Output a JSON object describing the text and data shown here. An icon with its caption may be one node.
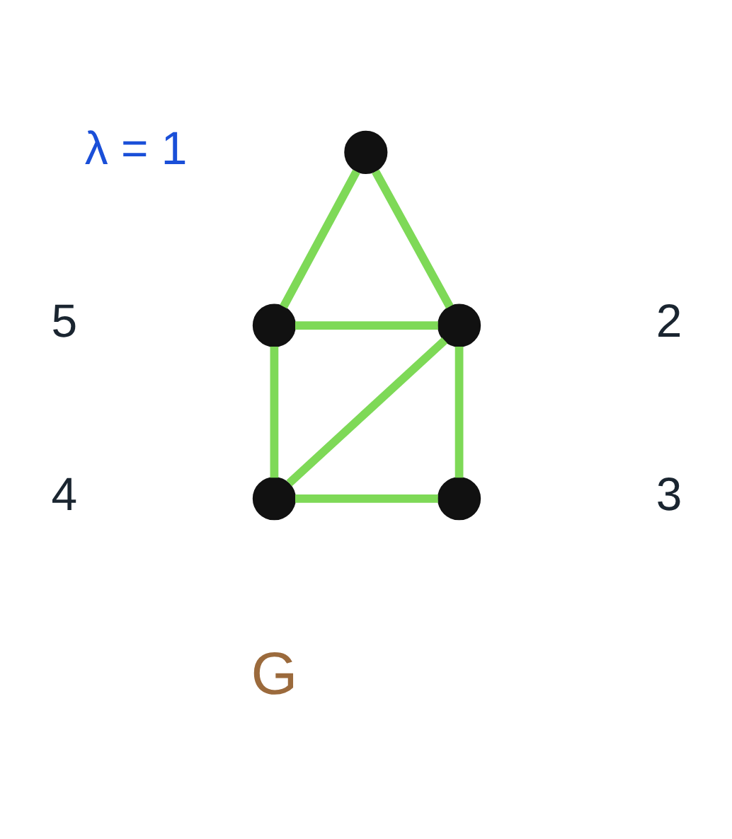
{
  "diagram": {
    "nodes": [
      {
        "text": [],
        "shape": "circle",
        "beside": [
          "λ = 1"
        ]
      },
      {
        "text": [],
        "shape": "circle",
        "beside": [
          "5"
        ]
      },
      {
        "text": [],
        "shape": "circle",
        "beside": [
          "2"
        ]
      },
      {
        "text": [],
        "shape": "circle",
        "beside": [
          "4"
        ]
      },
      {
        "text": [],
        "shape": "circle",
        "beside": [
          "3"
        ]
      }
    ],
    "edges": [
      {
        "from": 0,
        "to": 1,
        "arrow": "none"
      },
      {
        "from": 0,
        "to": 2,
        "arrow": "none"
      },
      {
        "from": 1,
        "to": 2,
        "arrow": "none"
      },
      {
        "from": 1,
        "to": 3,
        "arrow": "none"
      },
      {
        "from": 3,
        "to": 2,
        "arrow": "none"
      },
      {
        "from": 3,
        "to": 4,
        "arrow": "none"
      },
      {
        "from": 2,
        "to": 4,
        "arrow": "none"
      }
    ],
    "labels": [
      "G"
    ]
  }
}
